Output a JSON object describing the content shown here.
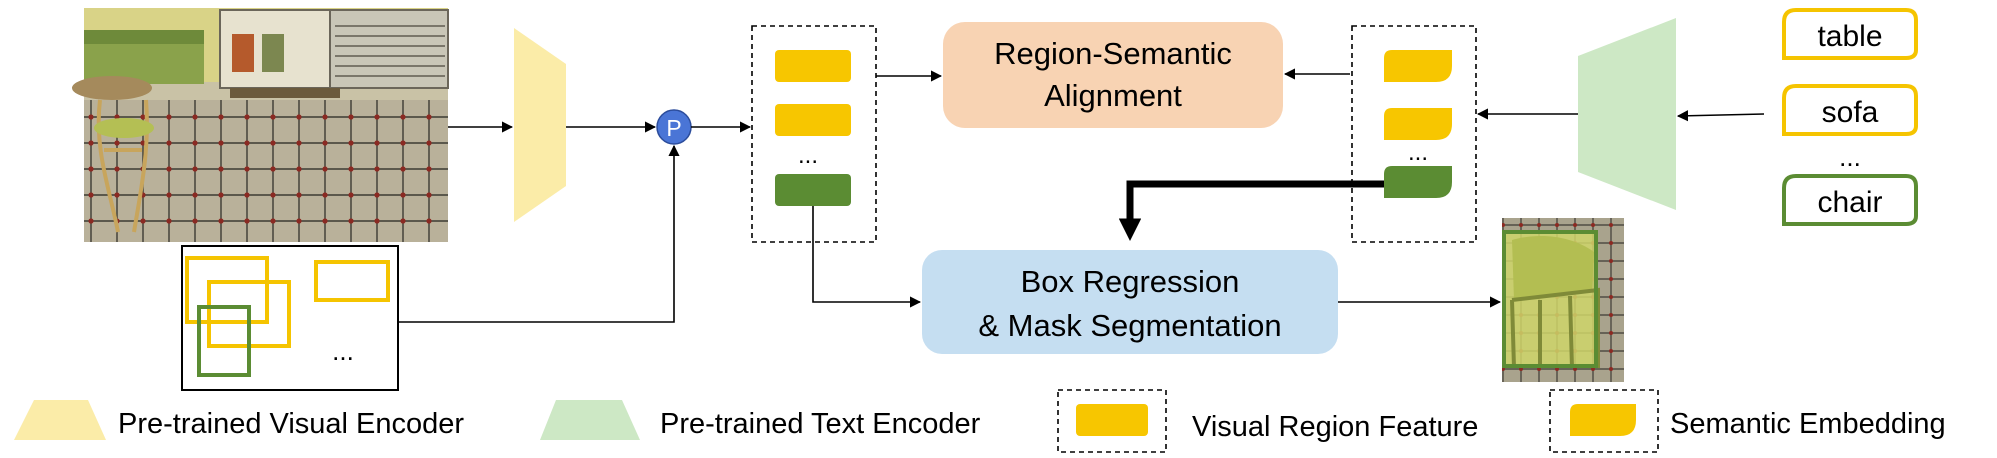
{
  "colors": {
    "visual_encoder": "#fbeca8",
    "text_encoder": "#cde8c5",
    "region_feature": "#f7c600",
    "region_feature_green": "#5b8c33",
    "alignment_box": "#f8d3b3",
    "regression_box": "#c5def1",
    "pool_node": "#4a75d6",
    "proposal_yellow": "#f5c400",
    "proposal_green": "#5b8c33"
  },
  "icons": {
    "pool": "pooling-node-icon",
    "image": "input-room-image",
    "proposals": "region-proposal-boxes",
    "output": "segmented-chair-image"
  },
  "pool_node": {
    "label": "P"
  },
  "proposals": {
    "ellipsis": "..."
  },
  "region_features": {
    "ellipsis": "..."
  },
  "semantic_embeddings": {
    "ellipsis": "..."
  },
  "alignment": {
    "line1": "Region-Semantic",
    "line2": "Alignment"
  },
  "regression": {
    "line1": "Box Regression",
    "line2": "& Mask Segmentation"
  },
  "categories": {
    "items": [
      "table",
      "sofa",
      "chair"
    ],
    "ellipsis": "..."
  },
  "legend": {
    "visual_encoder": "Pre-trained Visual Encoder",
    "text_encoder": "Pre-trained Text Encoder",
    "region_feature": "Visual Region Feature",
    "semantic_embedding": "Semantic Embedding"
  }
}
